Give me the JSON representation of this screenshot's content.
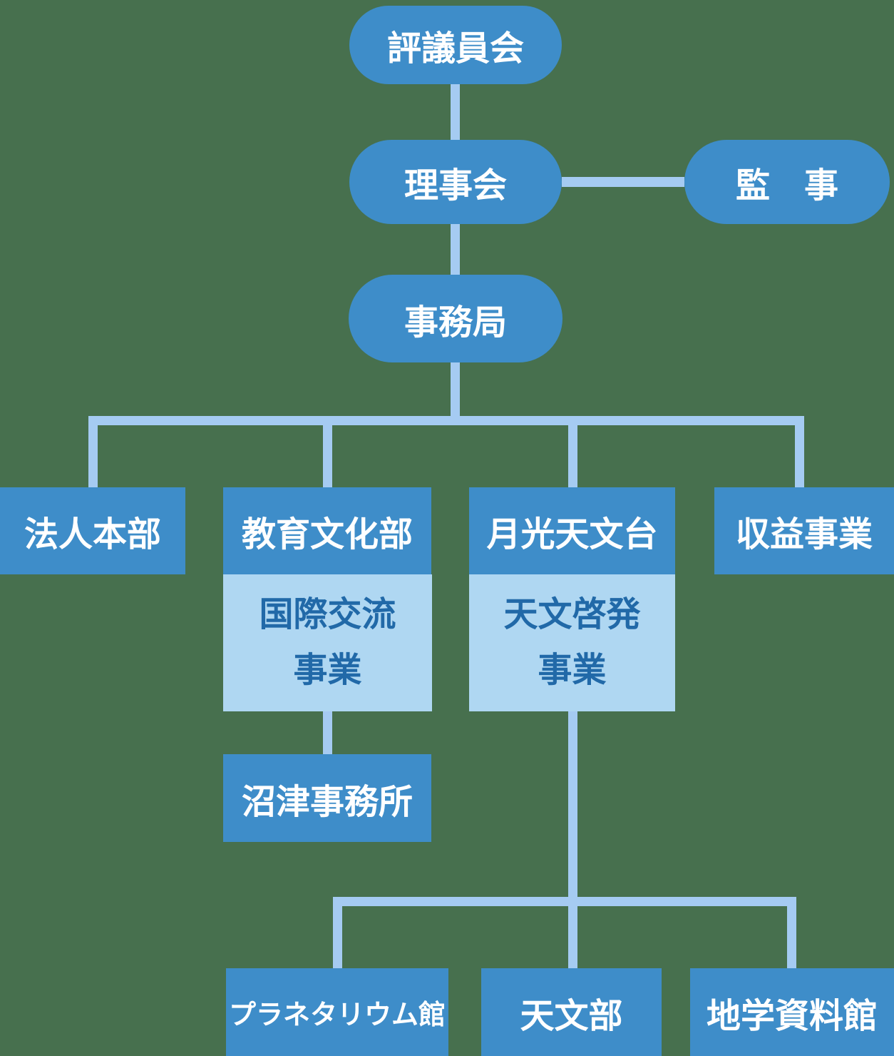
{
  "diagram": {
    "type": "org-chart",
    "background": "#47704E",
    "colors": {
      "node_fill": "#3E8DC9",
      "node_text": "#FFFFFF",
      "subnode_fill": "#AFD7F2",
      "subnode_text": "#2169A8",
      "connector": "#A5CBF2"
    },
    "nodes": {
      "council": "評議員会",
      "board": "理事会",
      "auditor": "監　事",
      "secretariat": "事務局",
      "corporate_hq": "法人本部",
      "education_culture_dept": "教育文化部",
      "gekko_observatory": "月光天文台",
      "profit_business": "収益事業",
      "intl_exchange": {
        "line1": "国際交流",
        "line2": "事業"
      },
      "astronomy_outreach": {
        "line1": "天文啓発",
        "line2": "事業"
      },
      "numazu_office": "沼津事務所",
      "planetarium_hall": "プラネタリウム館",
      "astronomy_dept": "天文部",
      "geoscience_museum": "地学資料館"
    },
    "edges": [
      [
        "council",
        "board"
      ],
      [
        "board",
        "auditor"
      ],
      [
        "board",
        "secretariat"
      ],
      [
        "secretariat",
        "corporate_hq"
      ],
      [
        "secretariat",
        "education_culture_dept"
      ],
      [
        "secretariat",
        "gekko_observatory"
      ],
      [
        "secretariat",
        "profit_business"
      ],
      [
        "education_culture_dept",
        "intl_exchange"
      ],
      [
        "gekko_observatory",
        "astronomy_outreach"
      ],
      [
        "intl_exchange",
        "numazu_office"
      ],
      [
        "astronomy_outreach",
        "planetarium_hall"
      ],
      [
        "astronomy_outreach",
        "astronomy_dept"
      ],
      [
        "astronomy_outreach",
        "geoscience_museum"
      ]
    ]
  }
}
